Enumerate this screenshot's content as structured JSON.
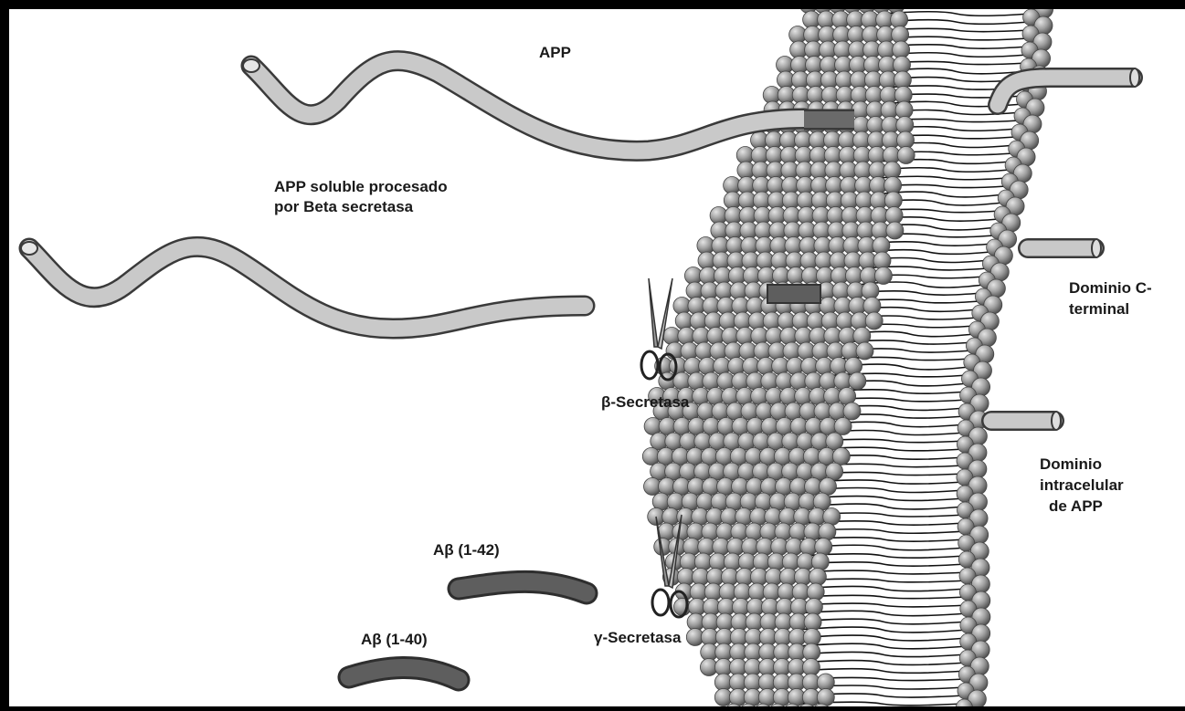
{
  "labels": {
    "app": "APP",
    "soluble_line1": "APP soluble procesado",
    "soluble_line2": "por Beta secretasa",
    "beta_secretase": "β-Secretasa",
    "gamma_secretase": "γ-Secretasa",
    "abeta42": "Aβ (1-42)",
    "abeta40": "Aβ (1-40)",
    "c_terminal_line1": "Dominio C-",
    "c_terminal_line2": "terminal",
    "intracellular_line1": "Dominio",
    "intracellular_line2": "intracelular",
    "intracellular_line3": "de APP"
  },
  "colors": {
    "tube_light": "#c9c9c9",
    "tube_outline": "#3a3a3a",
    "fragment_dark": "#5a5a5a",
    "lipid_head": "#9a9a9a",
    "lipid_tail": "#111111",
    "frame": "#000000",
    "background": "#ffffff"
  },
  "icons": [
    "scissors-icon",
    "scissors-icon"
  ]
}
